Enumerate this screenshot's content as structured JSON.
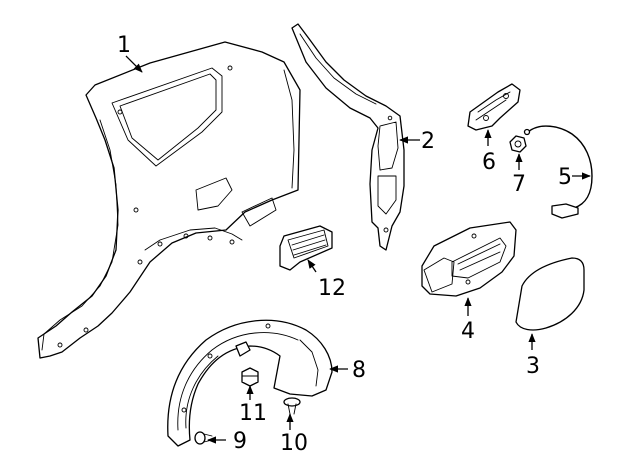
{
  "diagram": {
    "callouts": [
      {
        "id": "quarter-panel",
        "label": "1"
      },
      {
        "id": "inner-pillar",
        "label": "2"
      },
      {
        "id": "fuel-door",
        "label": "3"
      },
      {
        "id": "filler-housing",
        "label": "4"
      },
      {
        "id": "release-cable",
        "label": "5"
      },
      {
        "id": "door-actuator",
        "label": "6"
      },
      {
        "id": "nut",
        "label": "7"
      },
      {
        "id": "wheel-liner",
        "label": "8"
      },
      {
        "id": "screw-9",
        "label": "9"
      },
      {
        "id": "screw-10",
        "label": "10"
      },
      {
        "id": "clip-11",
        "label": "11"
      },
      {
        "id": "vent",
        "label": "12"
      }
    ]
  }
}
